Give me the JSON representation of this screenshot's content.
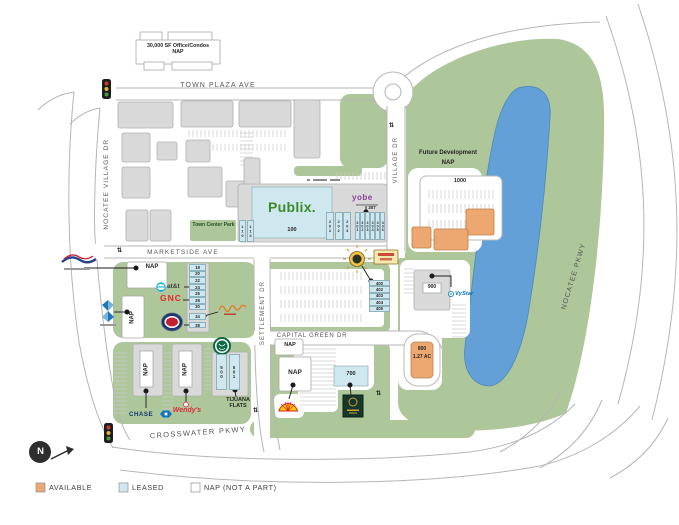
{
  "legend": {
    "available": "AVAILABLE",
    "leased": "LEASED",
    "nap": "NAP (NOT A PART)"
  },
  "streets": {
    "town_plaza": "TOWN PLAZA AVE",
    "nocatee_village": "NOCATEE VILLAGE DR",
    "marketside": "MARKETSIDE AVE",
    "village": "VILLAGE DR",
    "settlement": "SETTLEMENT DR",
    "capital_green": "CAPITAL GREEN DR",
    "crosswater": "CROSSWATER PKWY",
    "nocatee_pkwy": "NOCATEE PKWY"
  },
  "areas": {
    "office_condos": "30,000 SF Office/Condos",
    "future_development": "Future Development",
    "town_center_park": "Town Center Park"
  },
  "misc": {
    "nap": "NAP",
    "north": "N",
    "crosswalk": "⇅"
  },
  "buildings": {
    "publix_unit": "100",
    "unit_1000": "1000",
    "unit_900": "900",
    "unit_800": "800",
    "acreage_800": "1.27 AC",
    "unit_700": "700",
    "unit_307": "307"
  },
  "units": {
    "west_of_publix": [
      "110",
      "114"
    ],
    "east_of_publix": [
      "201",
      "202",
      "203"
    ],
    "village_strip": [
      "301",
      "302",
      "303",
      "304",
      "305",
      "306"
    ],
    "shops_strip": [
      "18",
      "20",
      "22",
      "24",
      "26",
      "28",
      "30",
      "34",
      "38"
    ],
    "capital_strip": [
      "400",
      "402",
      "403",
      "404",
      "405"
    ],
    "tijuana_building": [
      "500",
      "501"
    ]
  },
  "tenants": {
    "publix": "Publix.",
    "att": "at&t",
    "gnc": "GNC",
    "yobe": "yobe",
    "chase": "CHASE",
    "wendys": "Wendy's",
    "vystar": "VyStar",
    "tijuana_flats": "TIJUANA FLATS"
  },
  "colors": {
    "available": "#eda771",
    "leased": "#cfe8ef",
    "green": "#aec79a",
    "lake": "#63a0d8",
    "building": "#d9d9d9",
    "publix_green": "#3c8a28",
    "gnc_red": "#e8262d",
    "att_blue": "#00a8e0",
    "chase_blue": "#11366b",
    "wendys_red": "#dd2a3c",
    "shell_yellow": "#fbce07",
    "vystar_blue": "#0076c0"
  }
}
